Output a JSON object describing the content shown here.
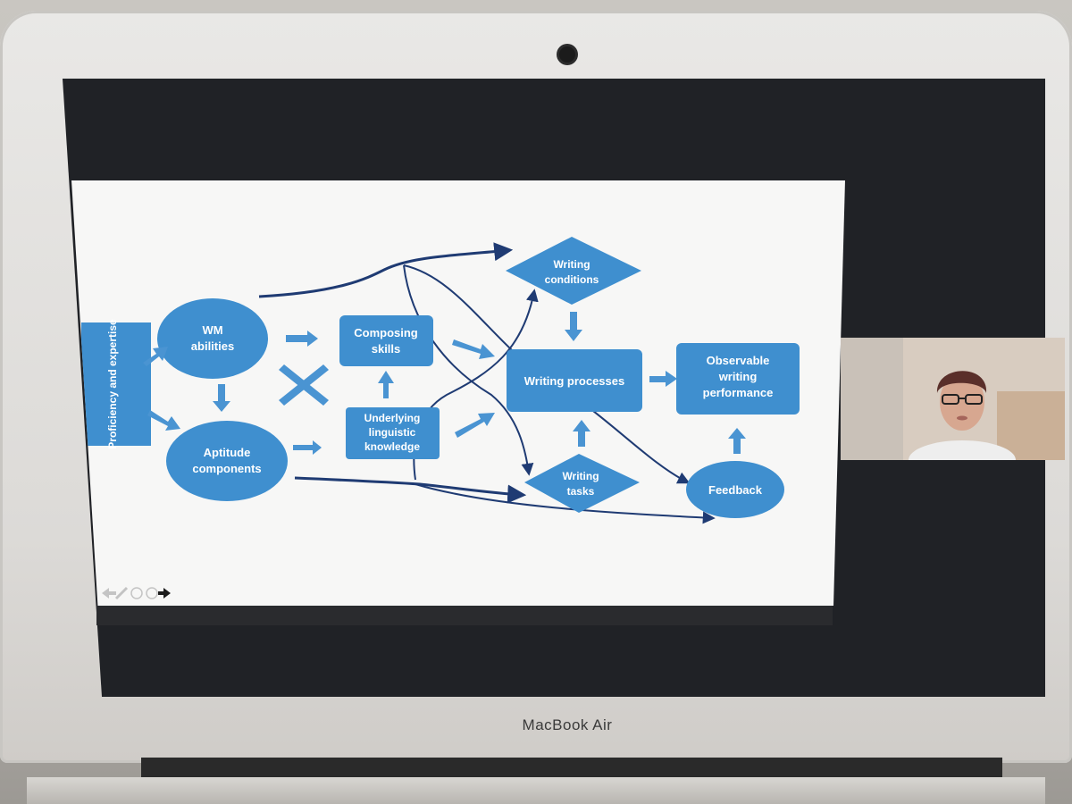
{
  "device": {
    "brand_label": "MacBook Air"
  },
  "slide": {
    "nodes": {
      "proficiency": "Proficiency and expertise",
      "wm_line1": "WM",
      "wm_line2": "abilities",
      "aptitude_line1": "Aptitude",
      "aptitude_line2": "components",
      "composing_line1": "Composing",
      "composing_line2": "skills",
      "underlying_line1": "Underlying",
      "underlying_line2": "linguistic",
      "underlying_line3": "knowledge",
      "conditions_line1": "Writing",
      "conditions_line2": "conditions",
      "processes": "Writing processes",
      "tasks_line1": "Writing",
      "tasks_line2": "tasks",
      "observable_line1": "Observable",
      "observable_line2": "writing",
      "observable_line3": "performance",
      "feedback": "Feedback"
    },
    "controls": [
      "back-arrow-icon",
      "pen-icon",
      "zoom-icon",
      "menu-icon",
      "forward-arrow-icon"
    ],
    "colors": {
      "node_fill": "#3f8fcf",
      "arrow_fill": "#4a94d2",
      "curve_stroke": "#1f3b73"
    }
  },
  "video_call": {
    "participant": "presenter-thumbnail"
  }
}
